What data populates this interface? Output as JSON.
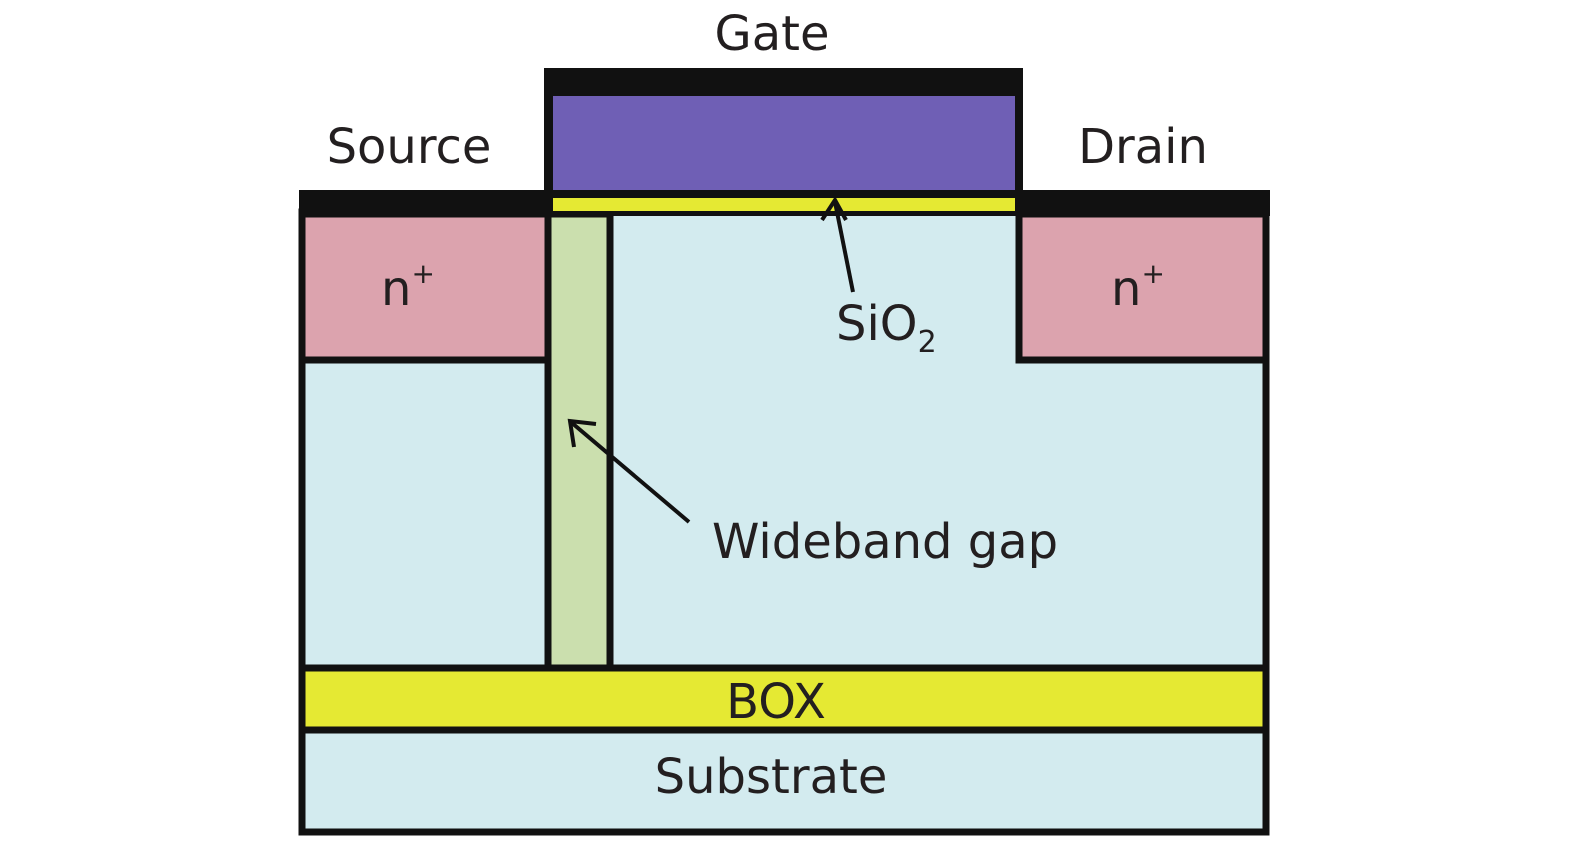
{
  "labels": {
    "gate": "Gate",
    "source": "Source",
    "drain": "Drain",
    "n_plus_left": {
      "base": "n",
      "sup": "+"
    },
    "n_plus_right": {
      "base": "n",
      "sup": "+"
    },
    "sio2": {
      "base": "SiO",
      "sub": "2"
    },
    "wideband_gap": "Wideband gap",
    "box": "BOX",
    "substrate": "Substrate"
  },
  "colors": {
    "outline": "#111111",
    "gate_poly": "#6f5fb5",
    "oxide": "#e5e933",
    "n_plus": "#dca3ae",
    "silicon": "#d3ebef",
    "wideband_gap": "#cbdfae",
    "text": "#231f20"
  }
}
